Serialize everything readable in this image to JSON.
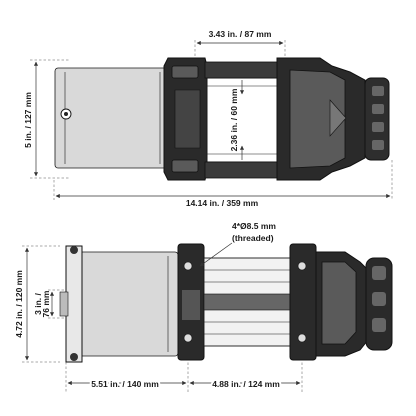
{
  "top_view": {
    "width_drum": "3.43 in. / 87 mm",
    "height_total": "5 in. / 127 mm",
    "drum_diameter": "2.36 in. / 60 mm",
    "length_total": "14.14 in. / 359 mm"
  },
  "bottom_view": {
    "bolt_note_line1": "4*Ø8.5 mm",
    "bolt_note_line2": "(threaded)",
    "mount_height": "4.72 in. / 120 mm",
    "bolt_spacing_v_line1": "3 in. /",
    "bolt_spacing_v_line2": "76 mm",
    "offset_length": "5.51 in. / 140 mm",
    "bolt_spacing_h": "4.88 in. / 124 mm"
  }
}
